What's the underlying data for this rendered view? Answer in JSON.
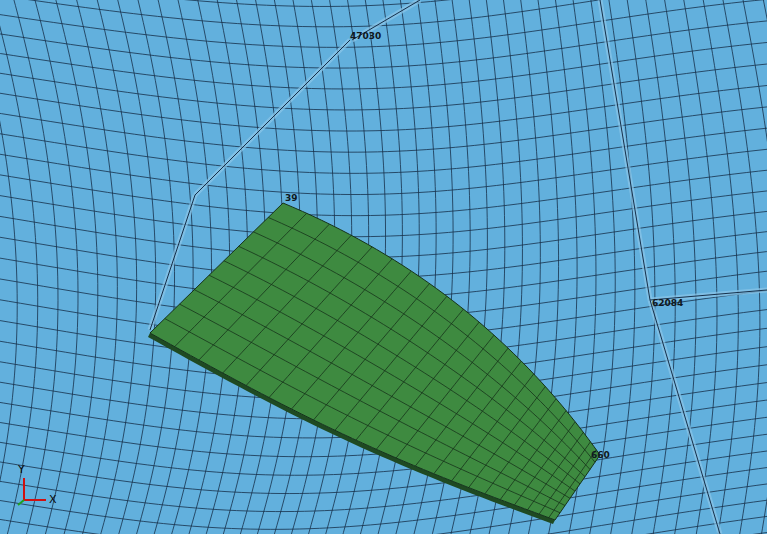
{
  "diagram": {
    "labels": [
      "47030",
      "39",
      "62084",
      "660",
      "Y",
      "X"
    ]
  }
}
